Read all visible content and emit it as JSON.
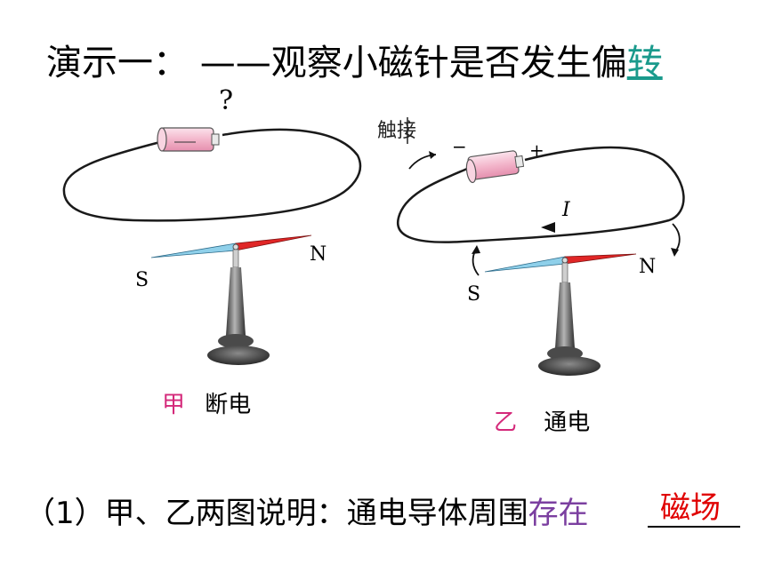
{
  "title": {
    "prefix": "演示一：",
    "dash": "——",
    "main": "观察小磁针是否发生偏",
    "link": "转",
    "question": "?"
  },
  "figure_left": {
    "caption_label": "甲",
    "caption_text": "断电",
    "pole_s": "S",
    "pole_n": "N"
  },
  "figure_right": {
    "touch_label": "触接",
    "minus": "−",
    "plus": "+",
    "current": "I",
    "caption_label": "乙",
    "caption_text": "通电",
    "pole_s": "S",
    "pole_n": "N"
  },
  "bottom": {
    "question_text": "（1）甲、乙两图说明：通电导体周围",
    "purple_text": "存在",
    "answer": "磁场"
  },
  "colors": {
    "link": "#1a9a8c",
    "purple": "#7b3fa0",
    "answer": "#e00000",
    "caption_label": "#d4297a"
  }
}
